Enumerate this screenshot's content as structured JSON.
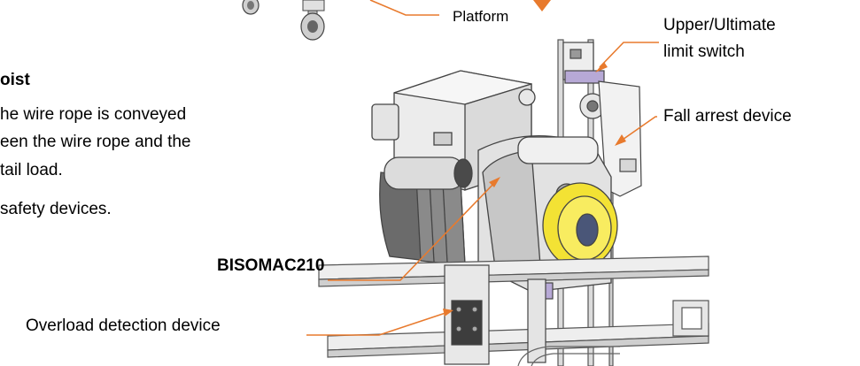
{
  "section": {
    "heading": "oist",
    "paragraph_lines": [
      "he wire rope is conveyed",
      "een the wire rope and the",
      "tail load.",
      "safety devices."
    ]
  },
  "labels": {
    "platform": "Platform",
    "upper_limit_line1": "Upper/Ultimate",
    "upper_limit_line2": "limit switch",
    "fall_arrest": "Fall arrest device",
    "model": "BISOMAC210",
    "overload": "Overload detection device"
  },
  "colors": {
    "callout": "#e87a2d",
    "brake_yellow": "#f3e234",
    "bracket_purple": "#b7a9d6",
    "metal_light": "#eeeeee",
    "metal_mid": "#cfcfcf",
    "metal_dark": "#6b6b6b"
  },
  "icons": [
    "castor-wheel-icon"
  ]
}
